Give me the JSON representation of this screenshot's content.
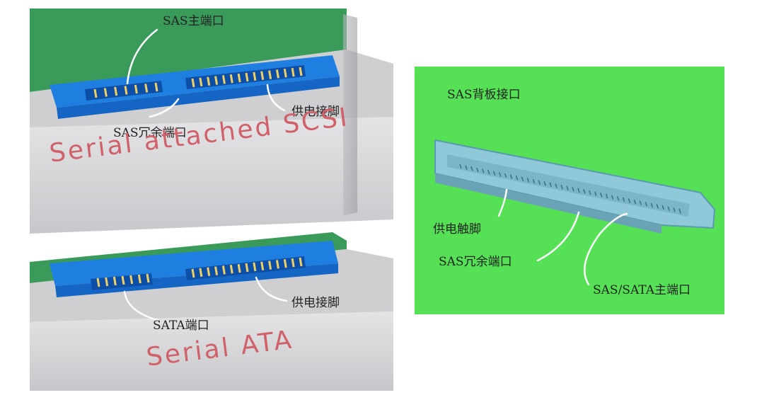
{
  "sas_drive": {
    "title": "Serial attached SCSI",
    "primary_port_label": "SAS主端口",
    "redundant_port_label": "SAS冗余端口",
    "power_pins_label": "供电接脚"
  },
  "sata_drive": {
    "title": "Serial ATA",
    "port_label": "SATA端口",
    "power_pins_label": "供电接脚"
  },
  "backplane": {
    "title": "SAS背板接口",
    "power_contacts_label": "供电触脚",
    "redundant_port_label": "SAS冗余端口",
    "primary_port_label": "SAS/SATA主端口"
  },
  "colors": {
    "pcb_green": "#3a9a5a",
    "connector_blue": "#1f7fe0",
    "backplane_green": "#55e055",
    "drive_gray": "#d6d6d8",
    "title_red": "#d0606a"
  }
}
